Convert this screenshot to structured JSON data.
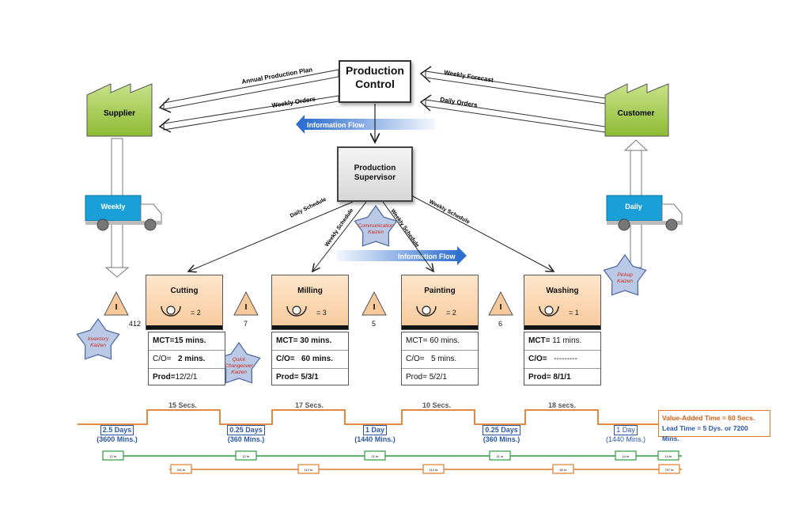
{
  "production_control": {
    "line1": "Production",
    "line2": "Control"
  },
  "production_supervisor": {
    "line1": "Production",
    "line2": "Supervisor"
  },
  "supplier": {
    "label": "Supplier"
  },
  "customer": {
    "label": "Customer"
  },
  "trucks": {
    "supplier": "Weekly",
    "customer": "Daily"
  },
  "flows": {
    "annual_plan": "Annual Production Plan",
    "weekly_orders": "Weekly Orders",
    "weekly_forecast": "Weekly Forecast",
    "daily_orders": "Daily Orders",
    "information_flow": "Information Flow",
    "daily_schedule": "Daily Schedule",
    "weekly_schedule_1": "Weekly Schedule",
    "weekly_schedule_2": "Weekly Schedule",
    "weekly_schedule_3": "Weekly Schedule"
  },
  "kaizen": {
    "communication": [
      "Communication",
      "Kaizen"
    ],
    "pickup": [
      "Pickup",
      "Kaizen"
    ],
    "inventory": [
      "Inventory",
      "Kaizen"
    ],
    "changeover": [
      "Quick",
      "Changeover",
      "Kaizen"
    ]
  },
  "inventory_symbol": "I",
  "inventory_counts": [
    "412",
    "7",
    "5",
    "6"
  ],
  "processes": [
    {
      "name": "Cutting",
      "operators": "= 2",
      "mct_label": "MCT=",
      "mct": "15 mins.",
      "co_label": "C/O=",
      "co": "2 mins.",
      "prod_label": "Prod=",
      "prod": "12/2/1"
    },
    {
      "name": "Milling",
      "operators": "= 3",
      "mct_label": "MCT=",
      "mct": " 30 mins.",
      "co_label": "C/O=",
      "co": "60 mins.",
      "prod_label": "Prod=",
      "prod": " 5/3/1"
    },
    {
      "name": "Painting",
      "operators": "= 2",
      "mct_label": "MCT=",
      "mct": " 60 mins.",
      "co_label": "C/O=",
      "co": "5 mins.",
      "prod_label": "Prod=",
      "prod": " 5/2/1"
    },
    {
      "name": "Washing",
      "operators": "= 1",
      "mct_label": "MCT=",
      "mct": " 11 mins.",
      "co_label": "C/O=",
      "co": "---------",
      "prod_label": "Prod=",
      "prod": " 8/1/1"
    }
  ],
  "timeline": {
    "value_added": [
      "15 Secs.",
      "17 Secs.",
      "10 Secs.",
      "18 secs."
    ],
    "waits": [
      {
        "days": "2.5 Days",
        "mins": "(3600 Mins.)"
      },
      {
        "days": "0.25 Days",
        "mins": "(360 Mins.)"
      },
      {
        "days": "1 Day",
        "mins": "(1440 Mins.)"
      },
      {
        "days": "0.25 Days",
        "mins": "(360 Mins.)"
      },
      {
        "days": "1 Day",
        "mins": "(1440 Mins.)"
      }
    ],
    "summary_va": "Value-Added Time = 60 Secs.",
    "summary_lead": "Lead Time = 5 Dys. or 7200 Mins.",
    "green_tags": [
      "12 hr",
      "12 hr",
      "21 hr",
      "11 hr",
      "14 hr",
      "14 hr"
    ],
    "orange_tags": [
      "211 hr",
      "112 hr",
      "114 hr",
      "60 hr",
      "737 hr"
    ]
  },
  "colors": {
    "accent_orange": "#e07a2a",
    "blue": "#2a57a6",
    "green": "#2e9a3e",
    "truck": "#1aa0d8",
    "factory": "#9bc63a"
  }
}
